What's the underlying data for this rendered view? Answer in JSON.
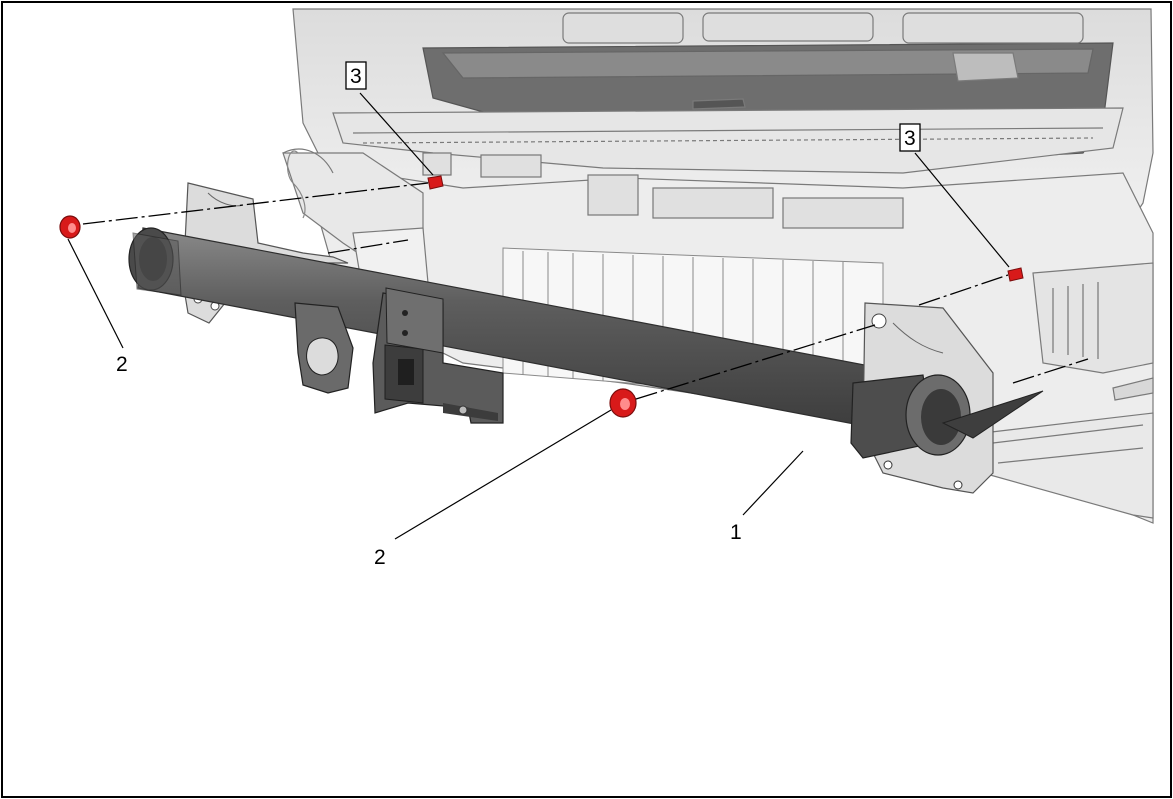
{
  "figure": {
    "callouts": [
      {
        "id": "callout-1",
        "label": "1",
        "boxed": false
      },
      {
        "id": "callout-2-left",
        "label": "2",
        "boxed": false
      },
      {
        "id": "callout-2-center",
        "label": "2",
        "boxed": false
      },
      {
        "id": "callout-3-left",
        "label": "3",
        "boxed": true
      },
      {
        "id": "callout-3-right",
        "label": "3",
        "boxed": true
      }
    ],
    "colors": {
      "fastener": "#d81a1a",
      "hitch": "#5c5c5c",
      "hitch_dark": "#3c3c3c",
      "body_line": "#7a7a7a",
      "body_fill": "#f2f2f2",
      "bed_fill": "#6e6e6e"
    }
  }
}
